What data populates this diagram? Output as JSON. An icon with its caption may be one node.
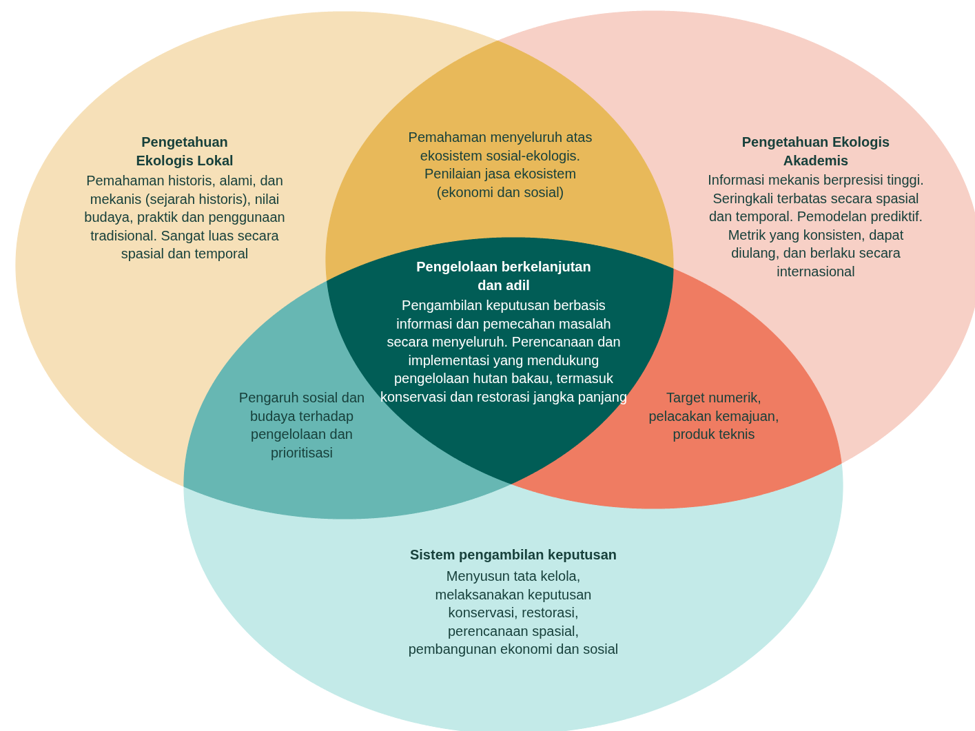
{
  "diagram": {
    "nodes": [
      {
        "text": [
          "Pengetahuan Ekologis Lokal",
          "Pemahaman historis, alami, dan mekanis (sejarah historis), nilai budaya, praktik dan penggunaan tradisional. Sangat luas secara spasial dan temporal"
        ]
      },
      {
        "text": [
          "Pengetahuan Ekologis Akademis",
          "Informasi mekanis berpresisi tinggi. Seringkali terbatas secara spasial dan temporal. Pemodelan prediktif. Metrik yang konsisten, dapat diulang, dan berlaku secara internasional"
        ]
      },
      {
        "text": [
          "Sistem pengambilan keputusan",
          "Menyusun tata kelola, melaksanakan keputusan konservasi, restorasi, perencanaan spasial, pembangunan ekonomi dan sosial"
        ]
      },
      {
        "text": [
          "Pemahaman menyeluruh atas ekosistem sosial-ekologis. Penilaian jasa ekosistem (ekonomi dan sosial)"
        ]
      },
      {
        "text": [
          "Pengelolaan berkelanjutan dan adil",
          "Pengambilan keputusan berbasis informasi dan pemecahan masalah secara menyeluruh. Perencanaan dan implementasi yang mendukung pengelolaan hutan bakau, termasuk konservasi dan restorasi jangka panjang"
        ]
      },
      {
        "text": [
          "Pengaruh sosial dan budaya terhadap pengelolaan dan prioritisasi"
        ]
      },
      {
        "text": [
          "Target numerik, pelacakan kemajuan, produk teknis"
        ]
      }
    ]
  }
}
